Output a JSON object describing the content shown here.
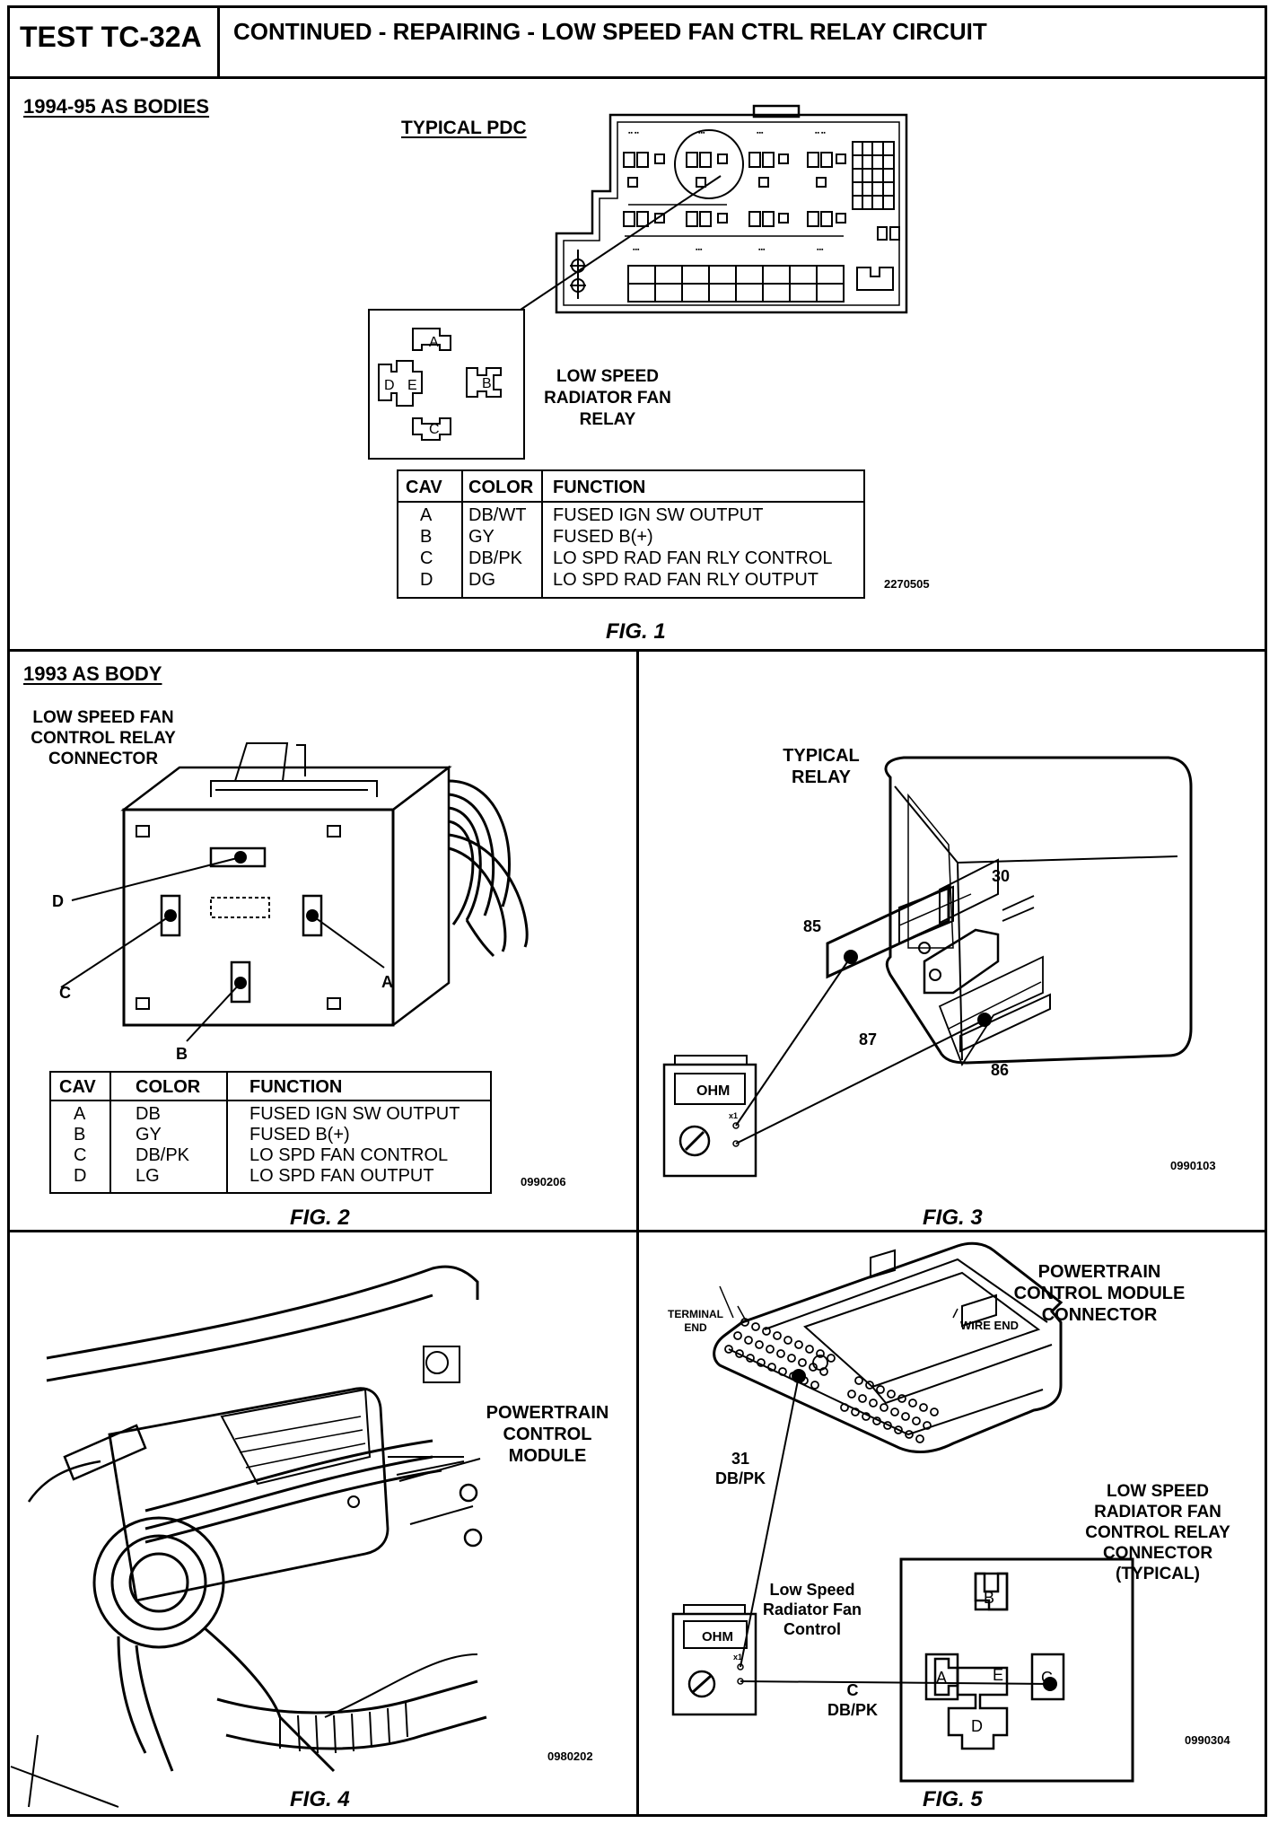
{
  "header": {
    "test_id": "TEST TC-32A",
    "title": "CONTINUED -  REPAIRING - LOW SPEED FAN CTRL RELAY CIRCUIT"
  },
  "fig1": {
    "section_label": "1994-95 AS BODIES",
    "pdc_label": "TYPICAL PDC",
    "relay_label": [
      "LOW SPEED",
      "RADIATOR FAN",
      "RELAY"
    ],
    "pins": [
      "A",
      "B",
      "C",
      "D",
      "E"
    ],
    "table": {
      "headers": [
        "CAV",
        "COLOR",
        "FUNCTION"
      ],
      "rows": [
        [
          "A",
          "DB/WT",
          "FUSED IGN SW OUTPUT"
        ],
        [
          "B",
          "GY",
          "FUSED B(+)"
        ],
        [
          "C",
          "DB/PK",
          "LO SPD RAD FAN RLY CONTROL"
        ],
        [
          "D",
          "DG",
          "LO SPD RAD FAN RLY OUTPUT"
        ]
      ]
    },
    "code": "2270505",
    "caption": "FIG. 1"
  },
  "fig2": {
    "section_label": "1993 AS BODY",
    "connector_label": [
      "LOW SPEED FAN",
      "CONTROL RELAY",
      "CONNECTOR"
    ],
    "pins": [
      "D",
      "C",
      "A",
      "B"
    ],
    "table": {
      "headers": [
        "CAV",
        "COLOR",
        "FUNCTION"
      ],
      "rows": [
        [
          "A",
          "DB",
          "FUSED IGN SW OUTPUT"
        ],
        [
          "B",
          "GY",
          "FUSED B(+)"
        ],
        [
          "C",
          "DB/PK",
          "LO SPD FAN CONTROL"
        ],
        [
          "D",
          "LG",
          "LO SPD FAN OUTPUT"
        ]
      ]
    },
    "code": "0990206",
    "caption": "FIG. 2"
  },
  "fig3": {
    "relay_label": [
      "TYPICAL",
      "RELAY"
    ],
    "terminals": [
      "30",
      "85",
      "87",
      "86"
    ],
    "meter_label": "OHM",
    "meter_range": "x1",
    "code": "0990103",
    "caption": "FIG. 3"
  },
  "fig4": {
    "pcm_label": [
      "POWERTRAIN",
      "CONTROL",
      "MODULE"
    ],
    "code": "0980202",
    "caption": "FIG. 4"
  },
  "fig5": {
    "connector_label": [
      "POWERTRAIN",
      "CONTROL MODULE",
      "CONNECTOR"
    ],
    "terminal_end": [
      "TERMINAL",
      "END"
    ],
    "wire_end": "WIRE  END",
    "pin_label": [
      "31",
      "DB/PK"
    ],
    "signal_label": [
      "Low Speed",
      "Radiator Fan",
      "Control"
    ],
    "relay_conn_label": [
      "LOW SPEED",
      "RADIATOR FAN",
      "CONTROL RELAY",
      "CONNECTOR",
      "(TYPICAL)"
    ],
    "cav_label": [
      "C",
      "DB/PK"
    ],
    "pins": [
      "A",
      "B",
      "C",
      "D",
      "E"
    ],
    "meter_label": "OHM",
    "meter_range": "x1",
    "code": "0990304",
    "caption": "FIG. 5"
  }
}
